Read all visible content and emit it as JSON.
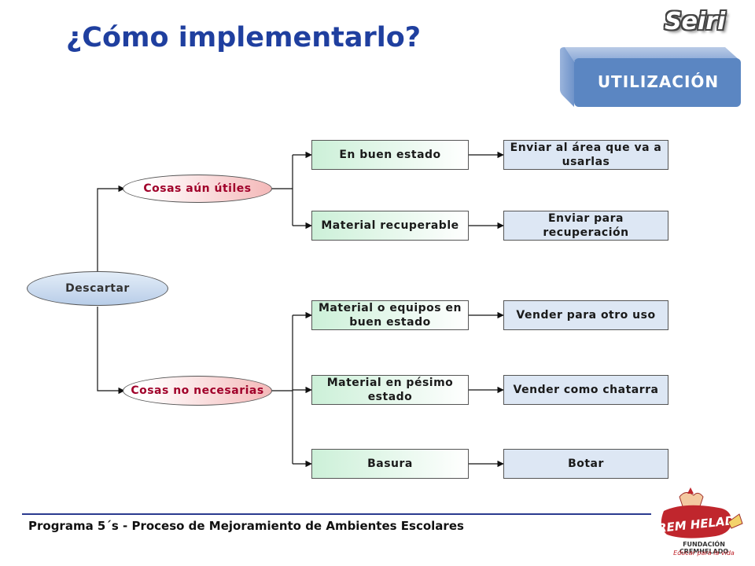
{
  "header": {
    "title": "¿Cómo implementarlo?",
    "seiri": "Seiri",
    "badge": "UTILIZACIÓN"
  },
  "diagram": {
    "root": "Descartar",
    "branches": [
      {
        "label": "Cosas aún útiles",
        "items": [
          {
            "state": "En buen estado",
            "action": "Enviar al área que va a usarlas"
          },
          {
            "state": "Material recuperable",
            "action": "Enviar para recuperación"
          }
        ]
      },
      {
        "label": "Cosas no necesarias",
        "items": [
          {
            "state": "Material o equipos en buen estado",
            "action": "Vender para otro uso"
          },
          {
            "state": "Material en pésimo estado",
            "action": "Vender como chatarra"
          },
          {
            "state": "Basura",
            "action": "Botar"
          }
        ]
      }
    ]
  },
  "footer": {
    "program": "Programa 5´s  - Proceso de Mejoramiento de Ambientes Escolares",
    "logo_text": "CREM HELADO",
    "org": "FUNDACIÓN CREMHELADO",
    "slogan": "Educar para la vida"
  },
  "colors": {
    "title": "#1f3f9f",
    "badge": "#5b86c2",
    "branch_text": "#a0002a",
    "connector": "#111111",
    "footer_rule": "#2b3a8f"
  }
}
